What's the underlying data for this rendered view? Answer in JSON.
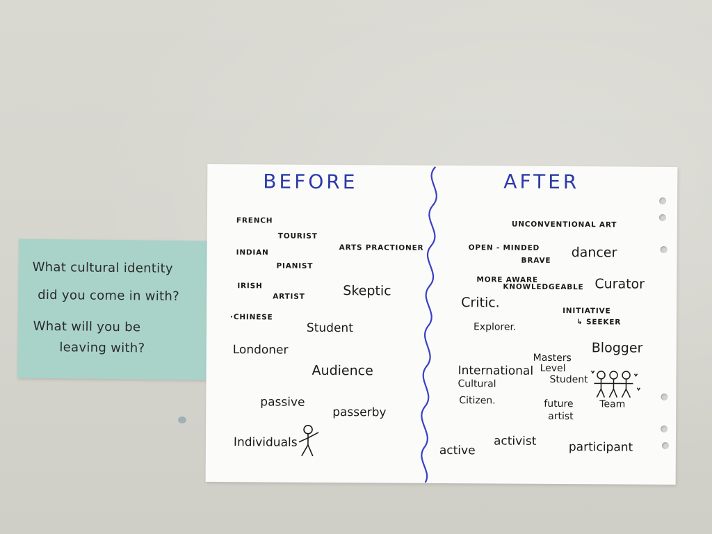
{
  "sticky_note": {
    "lines": [
      "What cultural identity",
      "did you come in with?",
      "What will you be",
      "leaving with?"
    ]
  },
  "flipchart": {
    "before": {
      "heading": "BEFORE",
      "words": [
        "FRENCH",
        "TOURIST",
        "ARTS PRACTIONER",
        "INDIAN",
        "PIANIST",
        "IRISH",
        "ARTIST",
        "Skeptic",
        "·CHINESE",
        "Student",
        "Londoner",
        "Audience",
        "passive",
        "passerby",
        "Individuals"
      ]
    },
    "after": {
      "heading": "AFTER",
      "words": [
        "UNCONVENTIONAL ART",
        "OPEN - MINDED",
        "BRAVE",
        "dancer",
        "MORE AWARE",
        "KNOWLEDGEABLE",
        "Curator",
        "Critic.",
        "INITIATIVE",
        "↳ SEEKER",
        "Explorer.",
        "Blogger",
        "International",
        "Cultural",
        "Citizen.",
        "Masters",
        "Level",
        "Student",
        "Team",
        "future",
        "artist",
        "active",
        "activist",
        "participant"
      ]
    },
    "divider_color": "#3a3fc4",
    "heading_color": "#2b3aa8"
  }
}
